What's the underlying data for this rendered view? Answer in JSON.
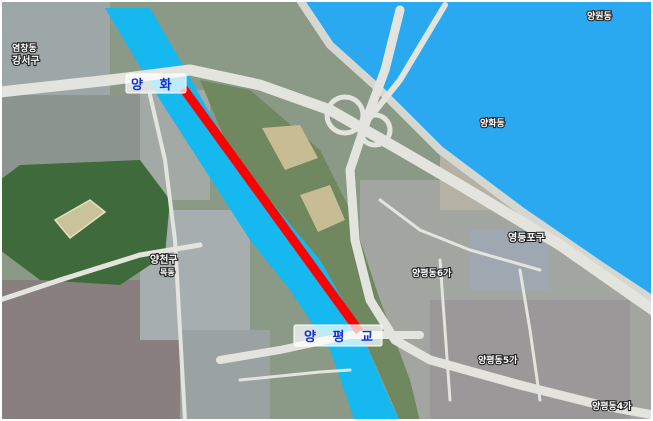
{
  "places": {
    "yeomchang": "염창동",
    "gangseo": "강서구",
    "yangwon": "양원동",
    "yanghwa_dong": "양화동",
    "yeongdeungpo": "영등포구",
    "yangcheon": "양천구",
    "mok_dong": "목동",
    "yangpyeong6": "양평동6가",
    "yangpyeong5": "양평동5가",
    "yangpyeong4": "양평동4가"
  },
  "bridges": {
    "yanghwa": "양 화",
    "yangpyeong": "양 평 교"
  },
  "colors": {
    "river": "#16b8f0",
    "han_river": "#2aa9f0",
    "route": "#ff0000",
    "label_text": "#1030d8"
  }
}
